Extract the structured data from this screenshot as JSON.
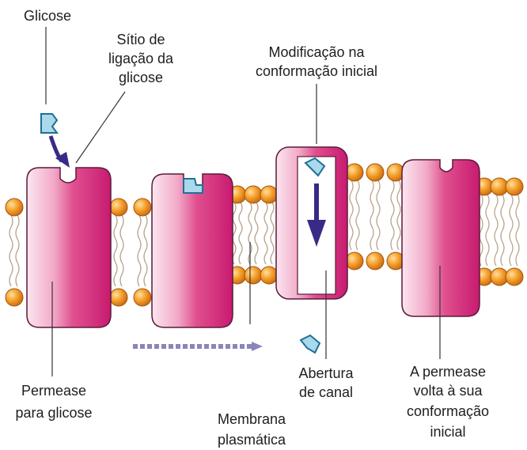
{
  "labels": {
    "glucose": "Glicose",
    "binding_site_1": "Sítio de",
    "binding_site_2": "ligação da",
    "binding_site_3": "glicose",
    "conformation_change_1": "Modificação na",
    "conformation_change_2": "conformação inicial",
    "permease_1": "Permease",
    "permease_2": "para glicose",
    "membrane_1": "Membrana",
    "membrane_2": "plasmática",
    "channel_opening_1": "Abertura",
    "channel_opening_2": "de canal",
    "returns_1": "A permease",
    "returns_2": "volta à sua",
    "returns_3": "conformação",
    "returns_4": "inicial"
  },
  "colors": {
    "protein_pink": "#d0257a",
    "lipid_head": "#f09a1e",
    "glucose_fill": "#a9d9ea",
    "glucose_stroke": "#1e6f98",
    "arrow": "#3a2a86",
    "motion_arrow": "#8a86b8",
    "leader_line": "#333333"
  }
}
